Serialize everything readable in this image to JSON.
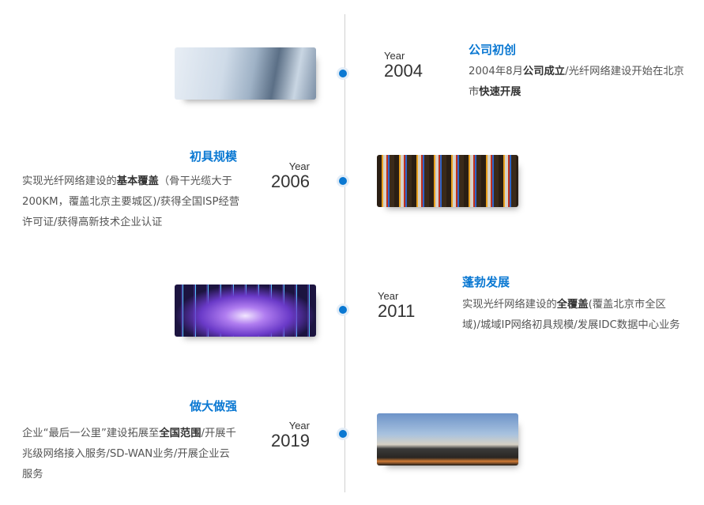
{
  "items": [
    {
      "year_label": "Year",
      "year": "2004",
      "title": "公司初创",
      "desc": [
        {
          "t": "2004年8月"
        },
        {
          "t": "公司成立",
          "b": true
        },
        {
          "t": "/光纤网络建设开始在北京市"
        },
        {
          "t": "快速开展",
          "b": true
        }
      ],
      "image": "office-building-photo"
    },
    {
      "year_label": "Year",
      "year": "2006",
      "title": "初具规模",
      "desc": [
        {
          "t": "实现光纤网络建设的"
        },
        {
          "t": "基本覆盖",
          "b": true
        },
        {
          "t": "（骨干光缆大于200KM，覆盖北京主要城区)/获得全国ISP经营许可证/获得高新技术企业认证"
        }
      ],
      "image": "fiber-cables-photo"
    },
    {
      "year_label": "Year",
      "year": "2011",
      "title": "蓬勃发展",
      "desc": [
        {
          "t": "实现光纤网络建设的"
        },
        {
          "t": "全覆盖",
          "b": true
        },
        {
          "t": "(覆盖北京市全区域)/城域IP网络初具规模/发展IDC数据中心业务"
        }
      ],
      "image": "data-center-photo"
    },
    {
      "year_label": "Year",
      "year": "2019",
      "title": "做大做强",
      "desc": [
        {
          "t": "企业“最后一公里”建设拓展至"
        },
        {
          "t": "全国范围",
          "b": true
        },
        {
          "t": "/开展千兆级网络接入服务/SD-WAN业务/开展企业云服务"
        }
      ],
      "image": "city-skyline-photo"
    }
  ],
  "colors": {
    "accent": "#0a78d2",
    "line": "#d0d0d0"
  }
}
